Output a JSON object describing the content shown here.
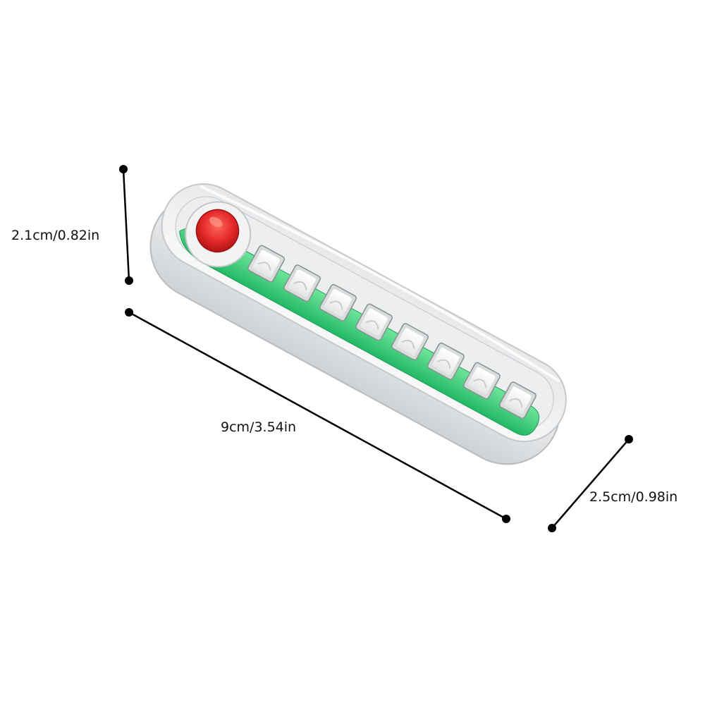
{
  "product": {
    "name_icon": "led-light-bar-with-red-button",
    "led_count": 8,
    "colors": {
      "button": "#e52a2a",
      "circuit_board": "#3fd07a",
      "housing": "#d8dadc",
      "led": "#f6f6f6",
      "dimension_line": "#000000"
    }
  },
  "dimensions": {
    "height": "2.1cm/0.82in",
    "length": "9cm/3.54in",
    "width": "2.5cm/0.98in"
  }
}
